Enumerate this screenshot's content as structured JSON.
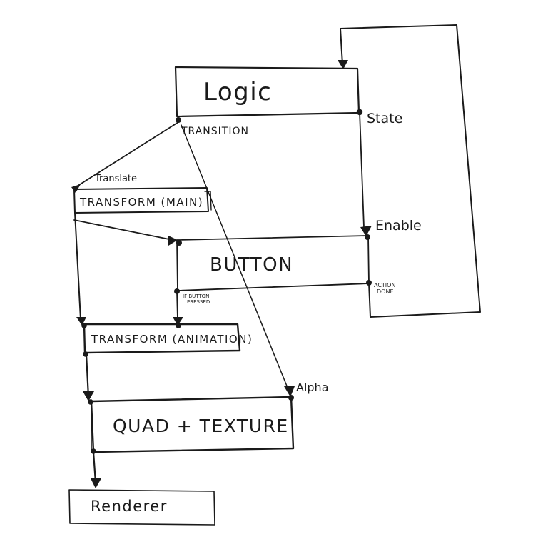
{
  "nodes": {
    "logic": "Logic",
    "transform_main": "TRANSFORM (MAIN)",
    "button": "BUTTON",
    "transform_animation": "TRANSFORM (ANIMATION)",
    "quad_texture": "QUAD + TEXTURE",
    "renderer": "Renderer"
  },
  "ports": {
    "state": "State",
    "transition": "TRANSITION",
    "translate": "Translate",
    "enable": "Enable",
    "action_done_1": "ACTION",
    "action_done_2": "DONE",
    "if_button_pressed_1": "IF BUTTON",
    "if_button_pressed_2": "PRESSED",
    "alpha": "Alpha"
  }
}
